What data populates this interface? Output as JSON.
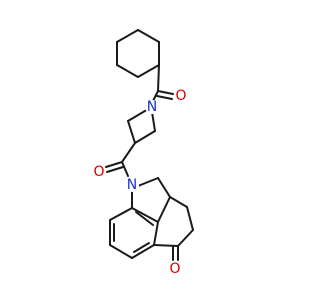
{
  "diagram": {
    "type": "chemical-structure",
    "atom_labels": {
      "N1": "N",
      "N2": "N",
      "O1": "O",
      "O2": "O",
      "O3": "O"
    },
    "colors": {
      "bond": "#1a1a1a",
      "nitrogen": "#1a33cc",
      "oxygen": "#d40000"
    }
  }
}
